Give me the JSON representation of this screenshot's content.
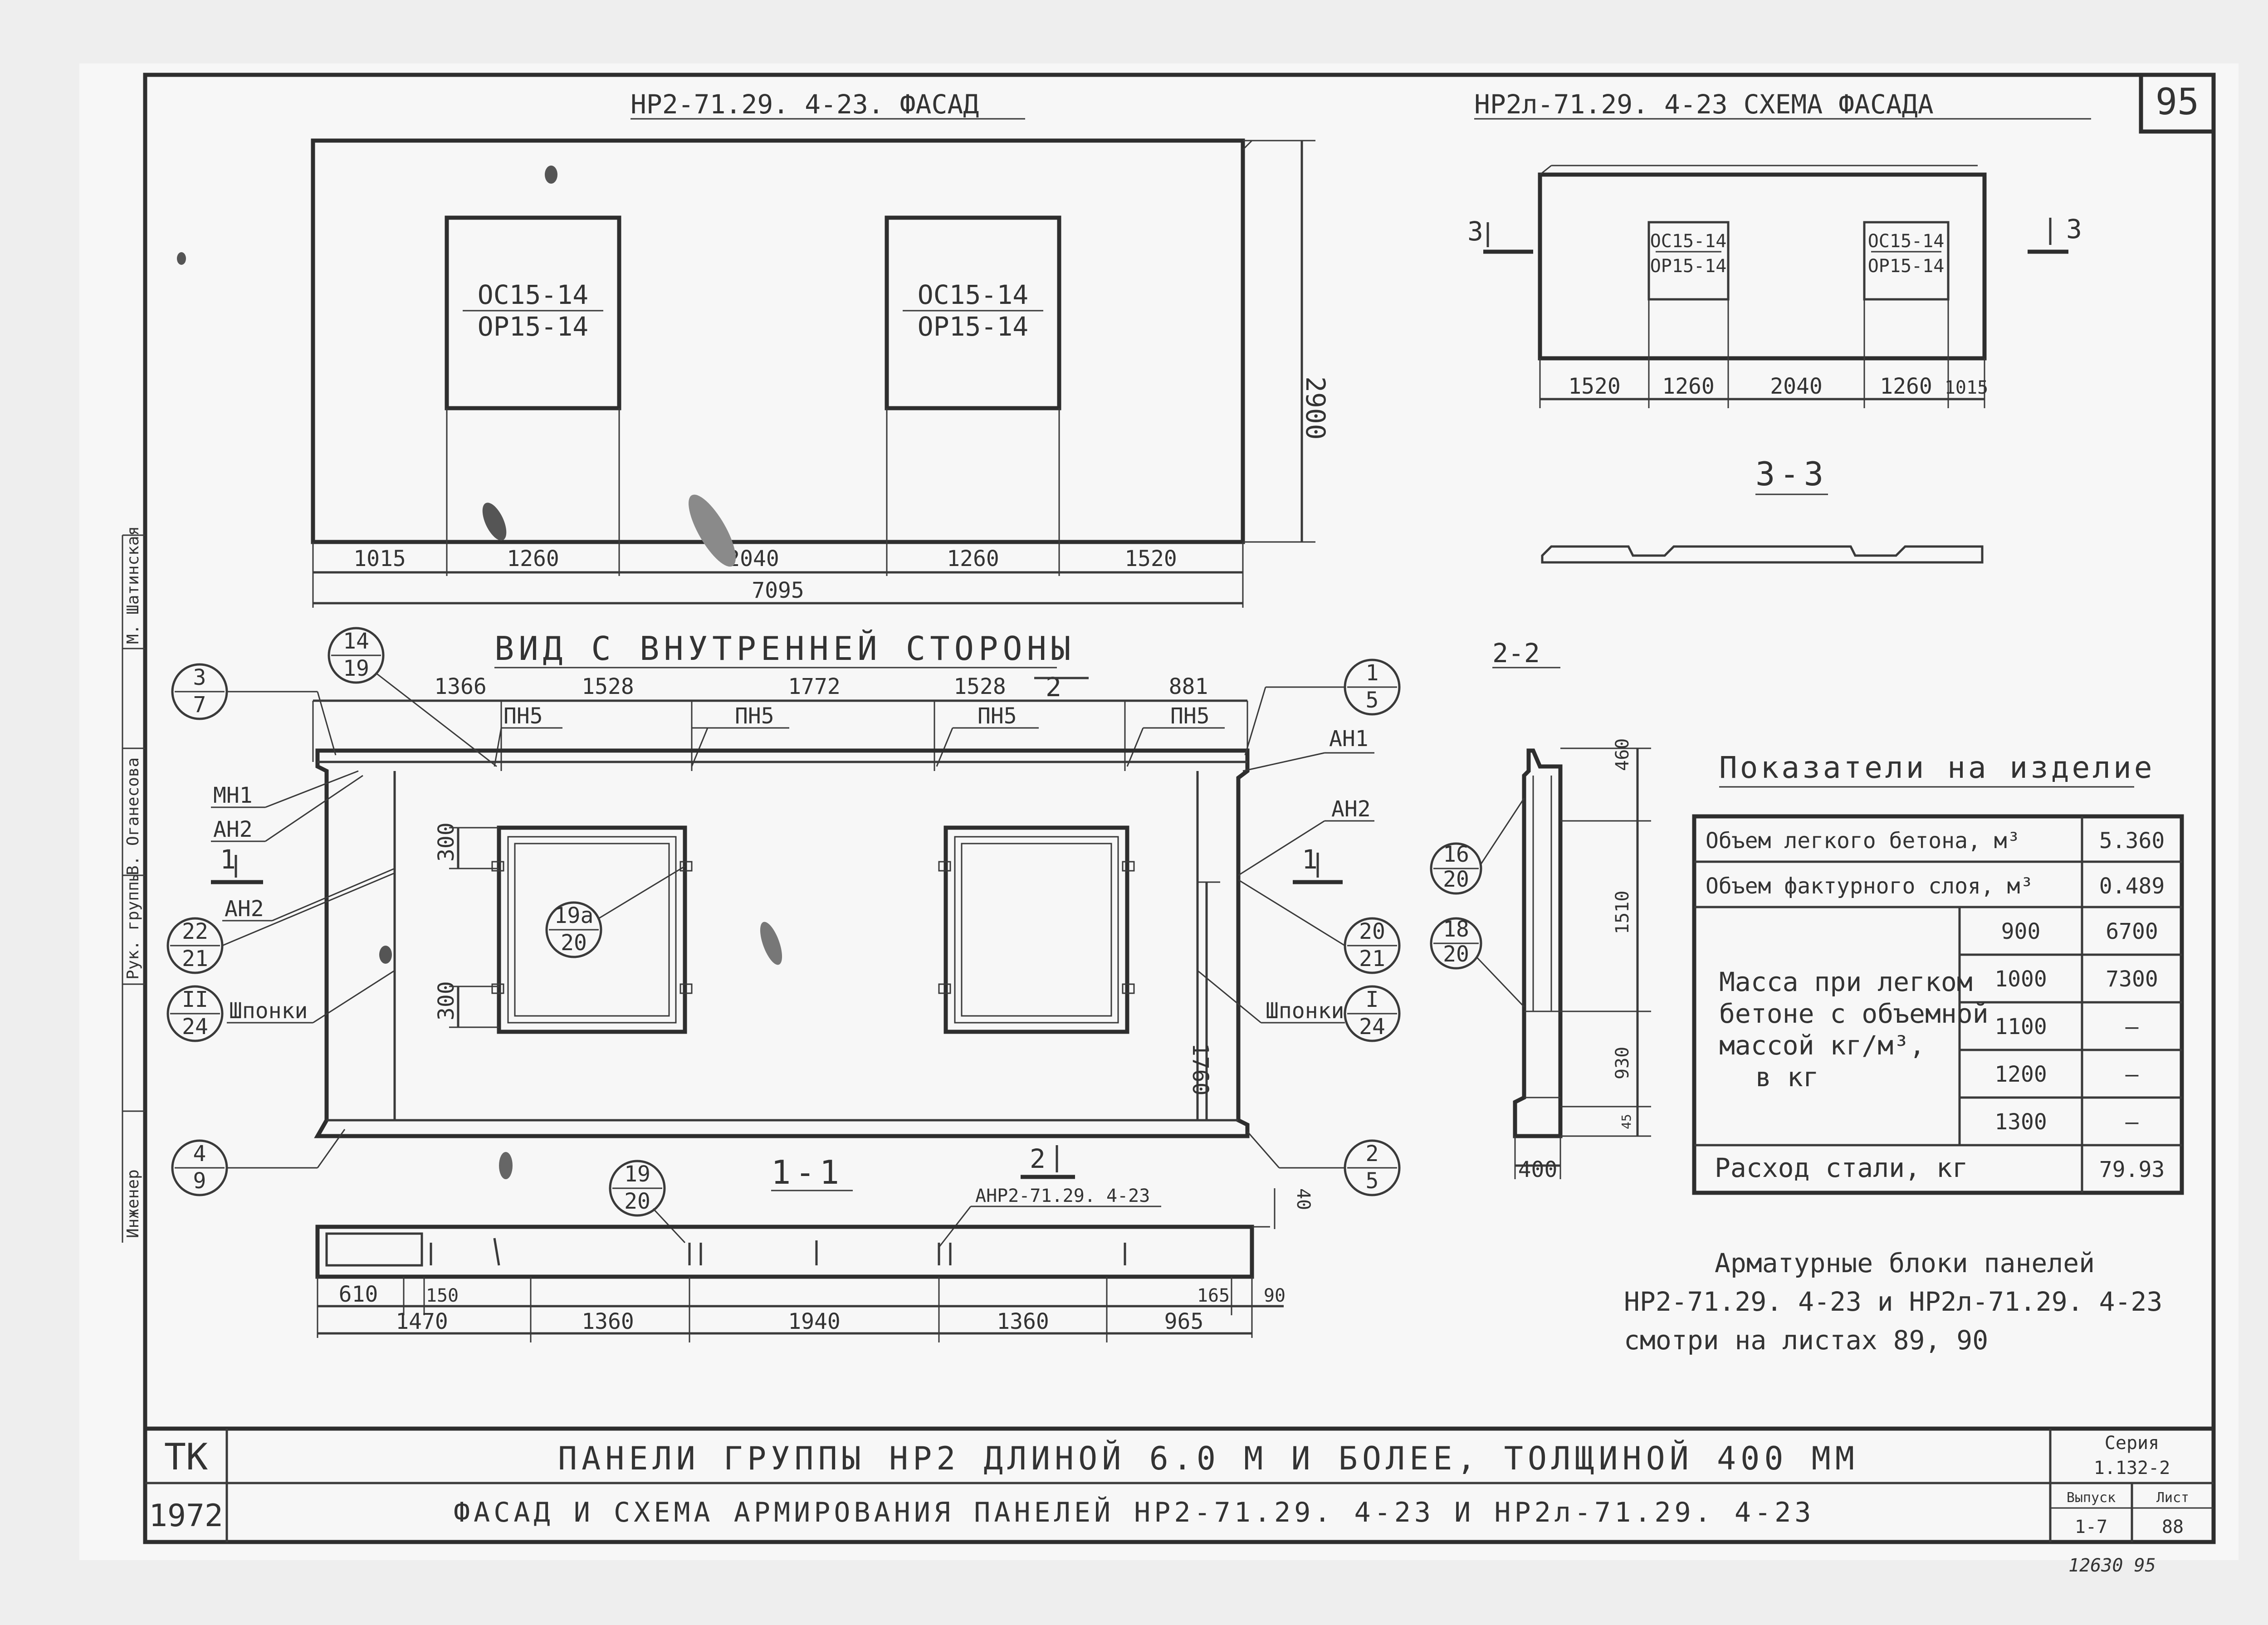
{
  "sheet_number": "95",
  "facade": {
    "title": "НР2-71.29. 4-23. ФАСАД",
    "opening_1_top": "ОС15-14",
    "opening_1_bottom": "ОР15-14",
    "opening_2_top": "ОС15-14",
    "opening_2_bottom": "ОР15-14",
    "height": "2900",
    "dims": [
      "1015",
      "1260",
      "2040",
      "1260",
      "1520"
    ],
    "total": "7095"
  },
  "scheme": {
    "title": "НР2л-71.29. 4-23 СХЕМА ФАСАДА",
    "section_marker": "3",
    "opening_1_top": "ОС15-14",
    "opening_1_bottom": "ОР15-14",
    "opening_2_top": "ОС15-14",
    "opening_2_bottom": "ОР15-14",
    "dims": [
      "1520",
      "1260",
      "2040",
      "1260",
      "1015"
    ],
    "section_title": "3-3"
  },
  "inner": {
    "title": "ВИД С ВНУТРЕННЕЙ СТОРОНЫ",
    "dims": [
      "1366",
      "1528",
      "1772",
      "1528",
      "881"
    ],
    "pn_labels": [
      "ПН5",
      "ПН5",
      "ПН5",
      "ПН5"
    ],
    "marker_2": "2",
    "marker_1": "1",
    "callouts": {
      "c14_19": [
        "14",
        "19"
      ],
      "c3_7": [
        "3",
        "7"
      ],
      "c1_5": [
        "1",
        "5"
      ],
      "c22_21": [
        "22",
        "21"
      ],
      "cII_24": [
        "II",
        "24"
      ],
      "c19a_20": [
        "19а",
        "20"
      ],
      "c20_21": [
        "20",
        "21"
      ],
      "cI_24": [
        "I",
        "24"
      ],
      "c4_9": [
        "4",
        "9"
      ],
      "c2_5": [
        "2",
        "5"
      ],
      "c19_20": [
        "19",
        "20"
      ]
    },
    "labels": {
      "mn1": "МН1",
      "an2_a": "АН2",
      "an2_b": "АН2",
      "an2_c": "АН2",
      "an1": "АН1",
      "shponki_left": "Шпонки",
      "shponki_right": "Шпонки"
    },
    "dim_300_a": "300",
    "dim_300_b": "300",
    "dim_1760": "1760"
  },
  "section_2": {
    "title": "2-2",
    "dims": [
      "460",
      "1510",
      "930",
      "45"
    ],
    "width": "400",
    "callout_a": [
      "16",
      "20"
    ],
    "callout_b": [
      "18",
      "20"
    ]
  },
  "section_1": {
    "title": "1-1",
    "label": "АНР2-71.29. 4-23",
    "dims_top": [
      "610",
      "150",
      "165",
      "90"
    ],
    "dims_bottom": [
      "1470",
      "1360",
      "1940",
      "1360",
      "965"
    ],
    "right_dim": "40"
  },
  "indicators": {
    "title": "Показатели на изделие",
    "row_concrete": {
      "label": "Объем легкого бетона, м³",
      "value": "5.360"
    },
    "row_facing": {
      "label": "Объем фактурного слоя, м³",
      "value": "0.489"
    },
    "mass_label_lines": [
      "Масса при легком",
      "бетоне с объемной",
      "массой кг/м³,",
      "в кг"
    ],
    "mass_rows": [
      {
        "density": "900",
        "mass": "6700"
      },
      {
        "density": "1000",
        "mass": "7300"
      },
      {
        "density": "1100",
        "mass": "—"
      },
      {
        "density": "1200",
        "mass": "—"
      },
      {
        "density": "1300",
        "mass": "—"
      }
    ],
    "row_steel": {
      "label": "Расход стали, кг",
      "value": "79.93"
    }
  },
  "note_lines": [
    "Арматурные блоки панелей",
    "НР2-71.29. 4-23 и НР2л-71.29. 4-23",
    "смотри на листах 89, 90"
  ],
  "sidebar_signatures": [
    "Инженер",
    "Рук. группы",
    "В. Оганесова",
    "М. Шатинская"
  ],
  "title_block": {
    "org": "ТК",
    "year": "1972",
    "line1": "ПАНЕЛИ ГРУППЫ НР2 ДЛИНОЙ 6.0 М И БОЛЕЕ, ТОЛЩИНОЙ 400 ММ",
    "line2": "ФАСАД И СХЕМА АРМИРОВАНИЯ ПАНЕЛЕЙ НР2-71.29. 4-23 И НР2л-71.29. 4-23",
    "series_label": "Серия",
    "series_value": "1.132-2",
    "issue_label": "Выпуск",
    "issue_value": "1-7",
    "sheet_label": "Лист",
    "sheet_value": "88"
  },
  "archive_number": "12630 95"
}
